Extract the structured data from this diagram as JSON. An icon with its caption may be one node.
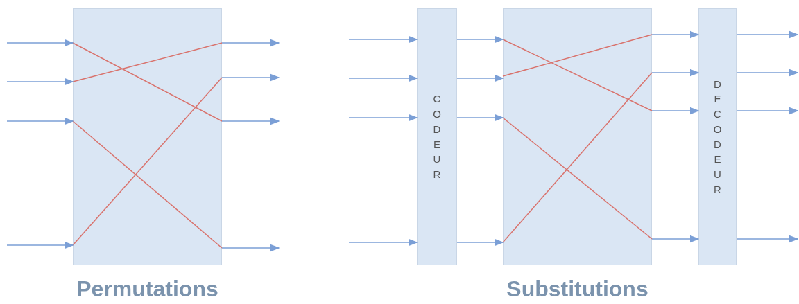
{
  "diagram": {
    "nodes": [
      {
        "text": [],
        "shape": "box",
        "beside": [
          "Permutations"
        ]
      },
      {
        "text": [
          "CODEUR"
        ]
      },
      {
        "text": [],
        "shape": "box",
        "beside": [
          "Substitutions"
        ]
      },
      {
        "text": [
          "DECODEUR"
        ]
      }
    ],
    "edges": [
      {
        "from": null,
        "to": 0,
        "arrow": "to"
      },
      {
        "from": null,
        "to": 0,
        "arrow": "to"
      },
      {
        "from": null,
        "to": 0,
        "arrow": "to"
      },
      {
        "from": null,
        "to": 0,
        "arrow": "to"
      },
      {
        "from": 0,
        "to": null,
        "arrow": "to"
      },
      {
        "from": 0,
        "to": null,
        "arrow": "to"
      },
      {
        "from": 0,
        "to": null,
        "arrow": "to"
      },
      {
        "from": 0,
        "to": null,
        "arrow": "to"
      },
      {
        "from": null,
        "to": 1,
        "arrow": "to"
      },
      {
        "from": null,
        "to": 1,
        "arrow": "to"
      },
      {
        "from": null,
        "to": 1,
        "arrow": "to"
      },
      {
        "from": null,
        "to": 1,
        "arrow": "to"
      },
      {
        "from": 1,
        "to": 2,
        "arrow": "to"
      },
      {
        "from": 1,
        "to": 2,
        "arrow": "to"
      },
      {
        "from": 1,
        "to": 2,
        "arrow": "to"
      },
      {
        "from": 1,
        "to": 2,
        "arrow": "to"
      },
      {
        "from": 2,
        "to": 3,
        "arrow": "to"
      },
      {
        "from": 2,
        "to": 3,
        "arrow": "to"
      },
      {
        "from": 2,
        "to": 3,
        "arrow": "to"
      },
      {
        "from": 2,
        "to": 3,
        "arrow": "to"
      },
      {
        "from": 3,
        "to": null,
        "arrow": "to"
      },
      {
        "from": 3,
        "to": null,
        "arrow": "to"
      },
      {
        "from": 3,
        "to": null,
        "arrow": "to"
      },
      {
        "from": 3,
        "to": null,
        "arrow": "to"
      }
    ]
  }
}
